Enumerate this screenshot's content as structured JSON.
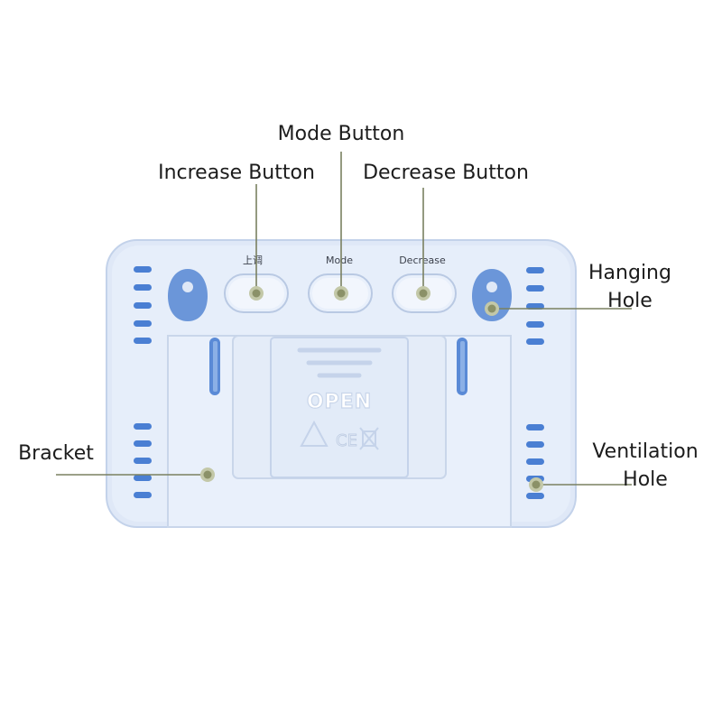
{
  "callouts": {
    "mode_button": "Mode Button",
    "increase_button": "Increase Button",
    "decrease_button": "Decrease Button",
    "hanging_hole_line1": "Hanging",
    "hanging_hole_line2": "Hole",
    "bracket": "Bracket",
    "ventilation_hole_line1": "Ventilation",
    "ventilation_hole_line2": "Hole"
  },
  "device": {
    "label_increase": "上调",
    "label_mode": "Mode",
    "label_decrease": "Decrease",
    "battery_cover_text": "OPEN",
    "battery_cover_marks": "CE"
  },
  "colors": {
    "body": "#dde7f6",
    "body_edge": "#c7d5ec",
    "slot": "#4a7fd3",
    "leader_line": "#7a8060",
    "marker_dot": "#9aa07a"
  }
}
